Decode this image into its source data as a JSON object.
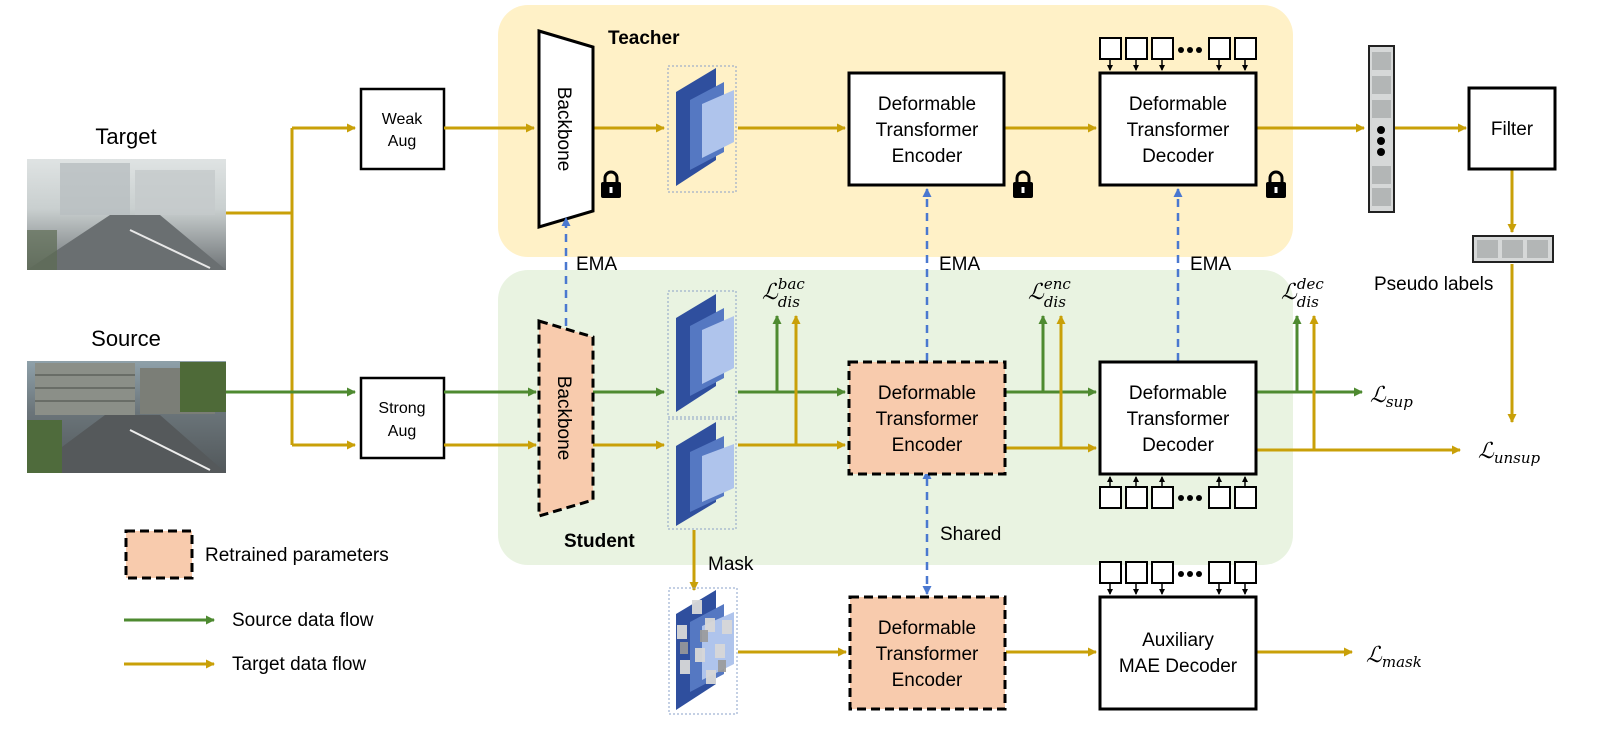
{
  "regions": {
    "teacher": "Teacher",
    "student": "Student"
  },
  "inputs": {
    "target": "Target",
    "source": "Source"
  },
  "aug": {
    "weak": [
      "Weak",
      "Aug"
    ],
    "strong": [
      "Strong",
      "Aug"
    ]
  },
  "backbone": "Backbone",
  "encoder": [
    "Deformable",
    "Transformer",
    "Encoder"
  ],
  "decoder": [
    "Deformable",
    "Transformer",
    "Decoder"
  ],
  "mae_decoder": [
    "Auxiliary",
    "MAE Decoder"
  ],
  "filter": "Filter",
  "pseudo_labels": "Pseudo labels",
  "ema": "EMA",
  "shared": "Shared",
  "mask": "Mask",
  "losses": {
    "main": "ℒ",
    "dis": "dis",
    "bac": "bac",
    "enc": "enc",
    "dec": "dec",
    "sup": "sup",
    "unsup": "unsup",
    "mask": "mask"
  },
  "legend": {
    "retrained": "Retrained parameters",
    "source_flow": "Source data flow",
    "target_flow": "Target data flow"
  },
  "colors": {
    "teacher_bg": "#FFF1C7",
    "student_bg": "#E9F3E1",
    "retrained": "#F8CBAD",
    "gold": "#C9A008",
    "green": "#4E8A30",
    "ema_blue": "#4A78D0",
    "feature_dark": "#2F4F9E",
    "feature_light": "#AFC4EC"
  }
}
